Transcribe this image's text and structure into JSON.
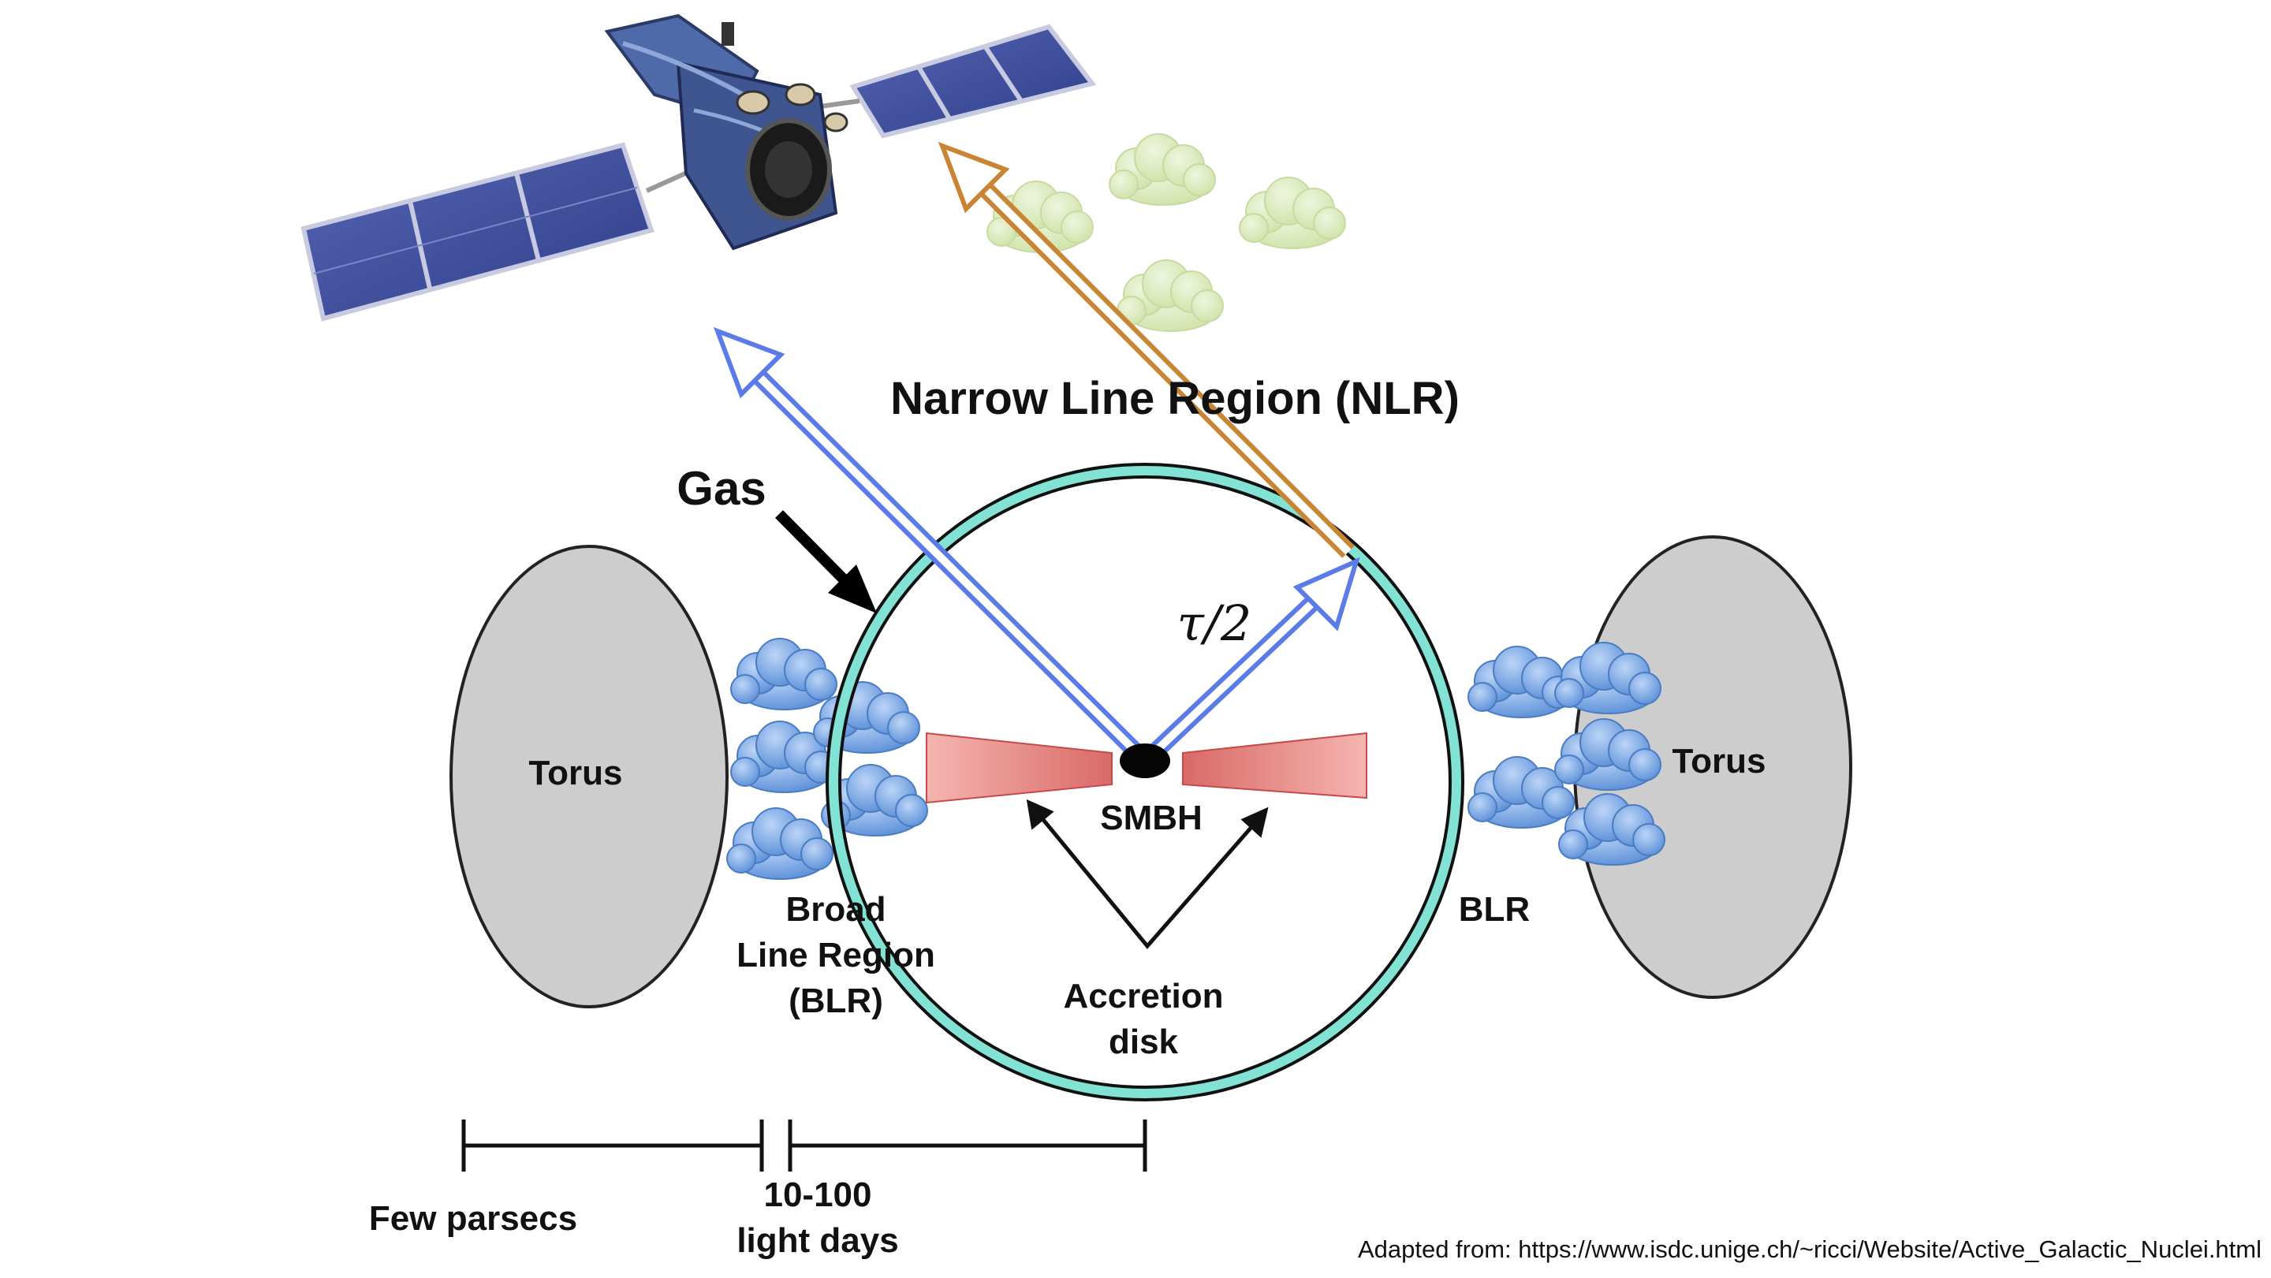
{
  "labels": {
    "nlr": "Narrow Line Region (NLR)",
    "gas": "Gas",
    "torus_left": "Torus",
    "torus_right": "Torus",
    "tau": "τ/2",
    "smbh": "SMBH",
    "blr_left_line1": "Broad",
    "blr_left_line2": "Line Region",
    "blr_left_line3": "(BLR)",
    "blr_right": "BLR",
    "accretion_line1": "Accretion",
    "accretion_line2": "disk",
    "scale_left": "Few parsecs",
    "scale_right_line1": "10-100",
    "scale_right_line2": "light days",
    "credit": "Adapted from: https://www.isdc.unige.ch/~ricci/Website/Active_Galactic_Nuclei.html"
  },
  "colors": {
    "torus": "#cfcfcf",
    "gas_ring": "#7fe0d2",
    "accretion_disk": "#e98f8f",
    "blr_clouds": "#6aa0e0",
    "nlr_clouds": "#d8ebb8",
    "direct_arrow": "#5b7be8",
    "reflected_arrow": "#c98434",
    "satellite_body": "#4a5f9a",
    "solar_panel": "#3f4fa0"
  },
  "icons": {
    "satellite": "satellite-icon",
    "smbh": "black-hole-icon"
  }
}
